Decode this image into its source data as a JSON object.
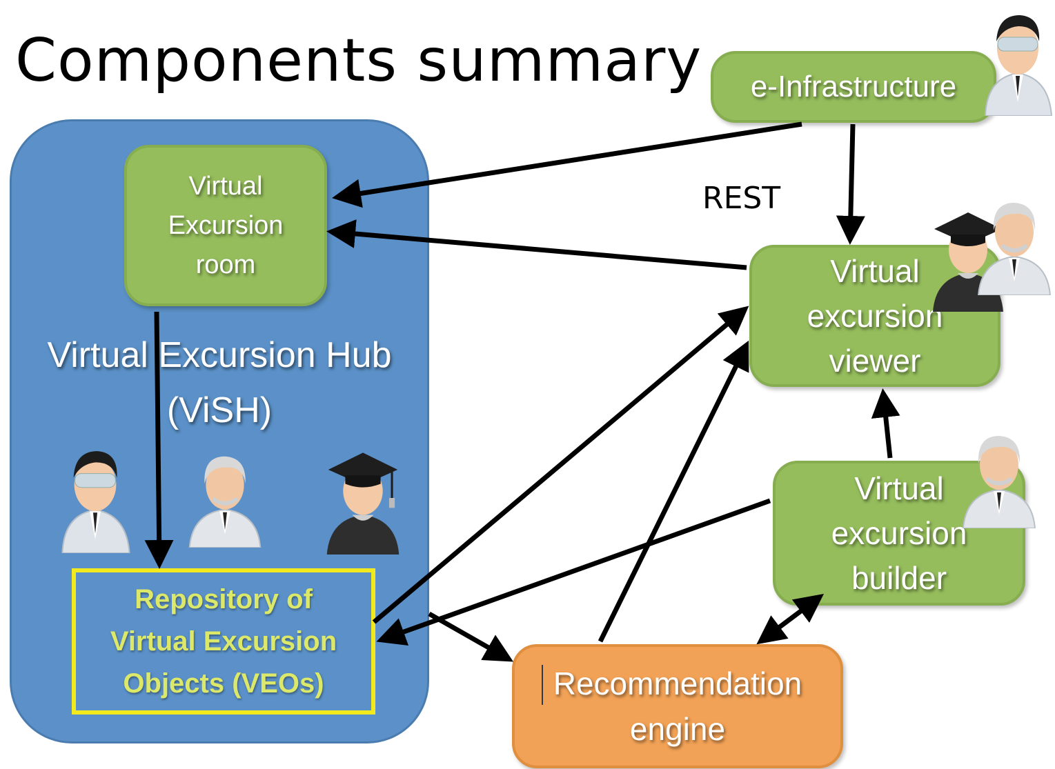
{
  "title": "Components summary",
  "hub": {
    "label": "Virtual Excursion Hub\n(ViSH)",
    "color": "#5b91c8"
  },
  "boxes": {
    "room": "Virtual\nExcursion\nroom",
    "infra": "e-Infrastructure",
    "viewer": "Virtual\nexcursion\nviewer",
    "builder": "Virtual\nexcursion\nbuilder",
    "recommendation": "Recommendation\nengine",
    "repository": "Repository of\nVirtual Excursion\nObjects (VEOs)"
  },
  "rest_label": "REST",
  "colors": {
    "green_box": "#95bd5c",
    "orange_box": "#f2a256",
    "repo_border": "#f2ea1e",
    "repo_text": "#dce86a"
  },
  "icons": {
    "scientist": "scientist-goggles-icon",
    "professor": "professor-icon",
    "graduate": "graduate-student-icon"
  }
}
